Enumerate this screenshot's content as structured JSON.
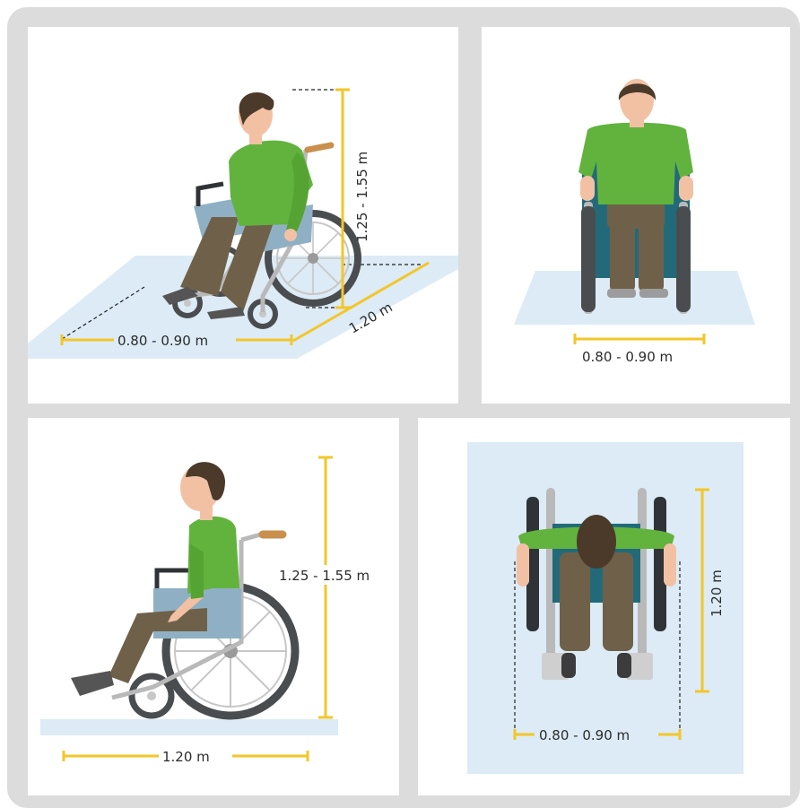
{
  "colors": {
    "background_frame": "#dcdcdc",
    "panel": "#ffffff",
    "floor": "#dcebf5",
    "dimension": "#f3c629",
    "shirt": "#62b33e",
    "pants": "#6f6149",
    "skin": "#f2c1a4",
    "hair": "#4b3a2a",
    "seat": "#8fb0c4",
    "frame_metal": "#b9b9b9",
    "tire": "#4a4d50",
    "teal_back": "#226a7a"
  },
  "panels": {
    "perspective": {
      "height_label": "1.25 - 1.55 m",
      "depth_label": "1.20 m",
      "width_label": "0.80 - 0.90 m"
    },
    "front": {
      "width_label": "0.80 - 0.90 m"
    },
    "side": {
      "height_label": "1.25 - 1.55 m",
      "length_label": "1.20 m"
    },
    "top": {
      "length_label": "1.20 m",
      "width_label": "0.80 - 0.90 m"
    }
  }
}
